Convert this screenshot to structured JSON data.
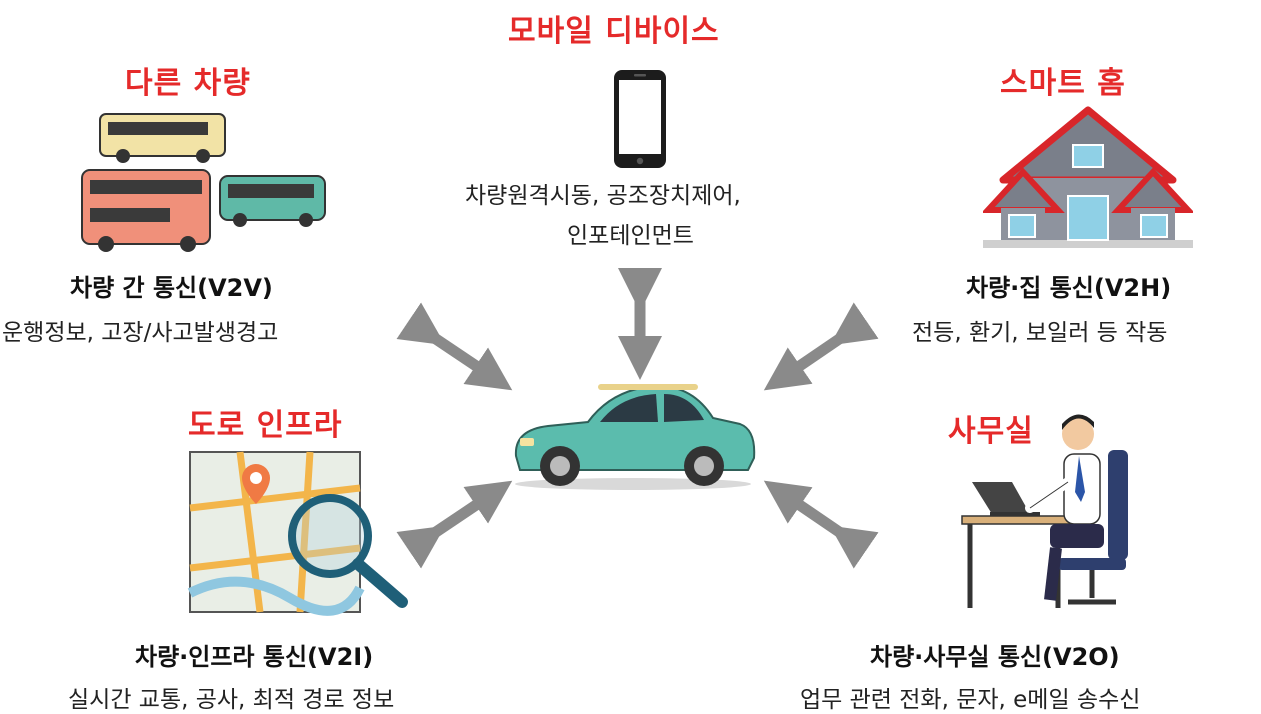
{
  "center": {
    "icon": "car-icon"
  },
  "nodes": {
    "mobile": {
      "category": "모바일 디바이스",
      "lines": [
        "차량원격시동, 공조장치제어,",
        "인포테인먼트"
      ],
      "icon": "smartphone-icon"
    },
    "v2v": {
      "category": "다른 차량",
      "title": "차량 간 통신(V2V)",
      "desc": "운행정보, 고장/사고발생경고",
      "icon": "bus-icon"
    },
    "v2h": {
      "category": "스마트 홈",
      "title": "차량·집 통신(V2H)",
      "desc": "전등, 환기, 보일러 등 작동",
      "icon": "house-icon"
    },
    "v2i": {
      "category": "도로 인프라",
      "title": "차량·인프라 통신(V2I)",
      "desc": "실시간 교통, 공사, 최적 경로 정보",
      "icon": "map-magnifier-icon"
    },
    "v2o": {
      "category": "사무실",
      "title": "차량·사무실 통신(V2O)",
      "desc": "업무 관련 전화, 문자, e메일 송수신",
      "icon": "office-worker-icon"
    }
  },
  "colors": {
    "category_text": "#e52a2a",
    "arrow": "#8a8a8a",
    "car_body": "#5bbcad"
  }
}
